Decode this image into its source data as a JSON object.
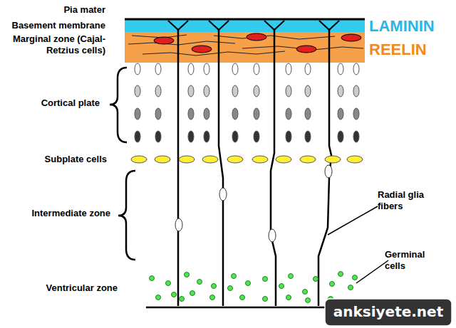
{
  "diagram": {
    "labels": [
      "Pia mater",
      "Basement membrane",
      "Marginal zone (Cajal-Retzius cells)",
      "LAMININ",
      "REELIN",
      "Cortical plate",
      "Subplate cells",
      "Intermediate zone",
      "Radial glia fibers",
      "Germinal cells",
      "Ventricular zone",
      "anksiyete.net"
    ]
  }
}
